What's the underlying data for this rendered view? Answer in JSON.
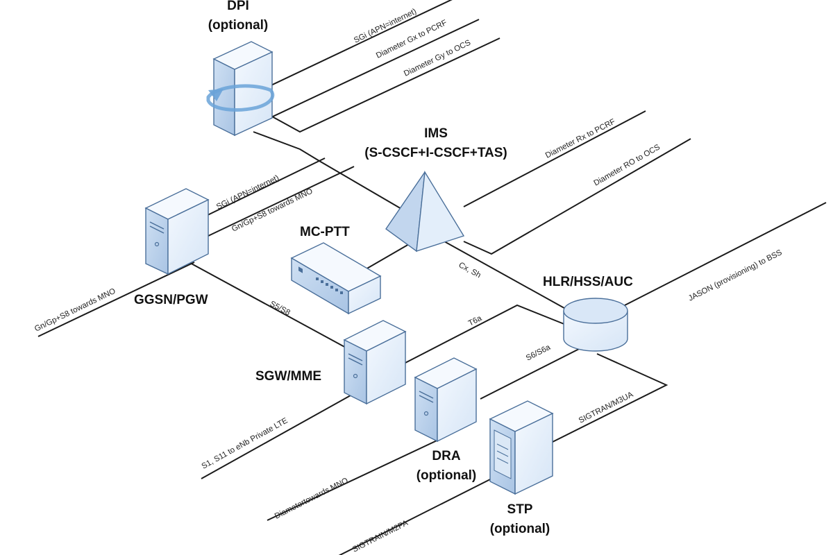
{
  "colors": {
    "device_front": "#e9f1fb",
    "device_side": "#c2d6ee",
    "device_top": "#f7fbff",
    "device_outline": "#4a6f9a",
    "wire": "#1a1a1a",
    "accent_arrow": "#6aa3d8"
  },
  "nodes": {
    "dpi": {
      "title": "DPI",
      "subtitle": "(optional)",
      "icon": "dpi-server-icon"
    },
    "ims": {
      "title": "IMS",
      "subtitle": "(S-CSCF+I-CSCF+TAS)",
      "icon": "pyramid-icon"
    },
    "ggsn": {
      "title": "GGSN/PGW",
      "icon": "tower-server-icon"
    },
    "mcptt": {
      "title": "MC-PTT",
      "icon": "switch-icon"
    },
    "hlr": {
      "title": "HLR/HSS/AUC",
      "icon": "database-icon"
    },
    "sgw": {
      "title": "SGW/MME",
      "icon": "tower-server-icon"
    },
    "dra": {
      "title": "DRA",
      "subtitle": "(optional)",
      "icon": "tower-server-icon"
    },
    "stp": {
      "title": "STP",
      "subtitle": "(optional)",
      "icon": "cabinet-server-icon"
    }
  },
  "edges": {
    "sgi_dpi": "SGi (APN=internet)",
    "gx": "Diameter Gx to PCRF",
    "gy": "Diameter Gy to OCS",
    "rx": "Diameter Rx to PCRF",
    "ro": "Diameter RO to OCS",
    "sgi_ggsn": "SGi (APN=internet)",
    "gn_up": "Gn/Gp+S8 towards MNO",
    "gn_left": "Gn/Gp+S8 towards MNO",
    "s5s8": "S5/S8",
    "cxsh": "Cx,  Sh",
    "jason": "JASON (provisioning) to BSS",
    "t6a": "T6a",
    "s6": "S6/S6a",
    "s1": "S1, S11 to eNb Private LTE",
    "diam_mno": "Diametertowards MNO",
    "sigtran": "SIGTRAN/M3UA",
    "sigtrain": "SIGTRAIN/M2PA"
  }
}
